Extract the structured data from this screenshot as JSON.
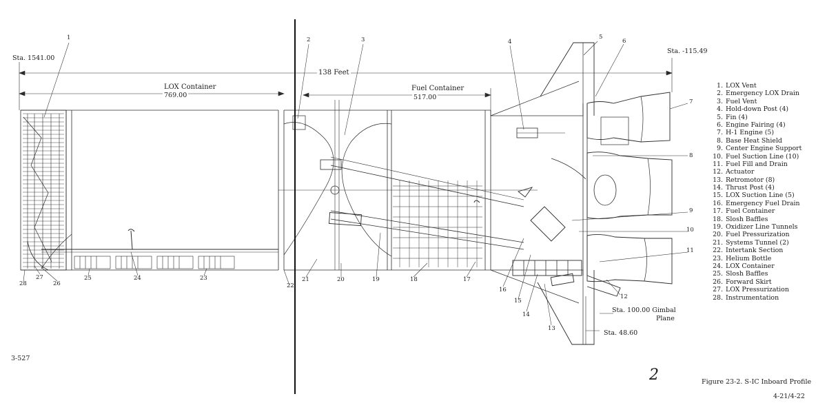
{
  "figure": {
    "sheet_number": "3-527",
    "caption": "Figure 23-2.  S-IC Inboard Profile",
    "page_ref": "4-21/4-22",
    "handwritten_mark": "2"
  },
  "stations": {
    "forward": "Sta. 1541.00",
    "aft": "Sta. -115.49",
    "gimbal_line1": "Sta. 100.00 Gimbal",
    "gimbal_line2": "Plane",
    "base": "Sta. 48.60"
  },
  "dimensions": {
    "overall": "138 Feet",
    "lox_label": "LOX Container",
    "lox_value": "769.00",
    "fuel_label": "Fuel Container",
    "fuel_value": "517.00"
  },
  "legend": [
    {
      "num": "1.",
      "label": "LOX Vent"
    },
    {
      "num": "2.",
      "label": "Emergency LOX Drain"
    },
    {
      "num": "3.",
      "label": "Fuel Vent"
    },
    {
      "num": "4.",
      "label": "Hold-down Post (4)"
    },
    {
      "num": "5.",
      "label": "Fin  (4)"
    },
    {
      "num": "6.",
      "label": "Engine Fairing (4)"
    },
    {
      "num": "7.",
      "label": "H-1 Engine (5)"
    },
    {
      "num": "8.",
      "label": "Base Heat Shield"
    },
    {
      "num": "9.",
      "label": "Center Engine Support"
    },
    {
      "num": "10.",
      "label": "Fuel Suction Line (10)"
    },
    {
      "num": "11.",
      "label": "Fuel Fill and Drain"
    },
    {
      "num": "12.",
      "label": "Actuator"
    },
    {
      "num": "13.",
      "label": "Retromotor (8)"
    },
    {
      "num": "14.",
      "label": "Thrust Post (4)"
    },
    {
      "num": "15.",
      "label": "LOX Suction Line (5)"
    },
    {
      "num": "16.",
      "label": "Emergency Fuel Drain"
    },
    {
      "num": "17.",
      "label": "Fuel Container"
    },
    {
      "num": "18.",
      "label": "Slosh Baffles"
    },
    {
      "num": "19.",
      "label": "Oxidizer Line Tunnels"
    },
    {
      "num": "20.",
      "label": "Fuel Pressurization"
    },
    {
      "num": "21.",
      "label": "Systems Tunnel (2)"
    },
    {
      "num": "22.",
      "label": "Intertank Section"
    },
    {
      "num": "23.",
      "label": "Helium Bottle"
    },
    {
      "num": "24.",
      "label": "LOX Container"
    },
    {
      "num": "25.",
      "label": "Slosh Baffles"
    },
    {
      "num": "26.",
      "label": "Forward Skirt"
    },
    {
      "num": "27.",
      "label": "LOX Pressurization"
    },
    {
      "num": "28.",
      "label": "Instrumentation"
    }
  ],
  "callouts": {
    "c1": "1",
    "c2": "2",
    "c3": "3",
    "c4": "4",
    "c5": "5",
    "c6": "6",
    "c7": "7",
    "c8": "8",
    "c9": "9",
    "c10": "10",
    "c11": "11",
    "c12": "12",
    "c13": "13",
    "c14": "14",
    "c15": "15",
    "c16": "16",
    "c17": "17",
    "c18": "18",
    "c19": "19",
    "c20": "20",
    "c21": "21",
    "c22": "22",
    "c23": "23",
    "c24": "24",
    "c25": "25",
    "c26": "26",
    "c27": "27",
    "c28": "28"
  }
}
